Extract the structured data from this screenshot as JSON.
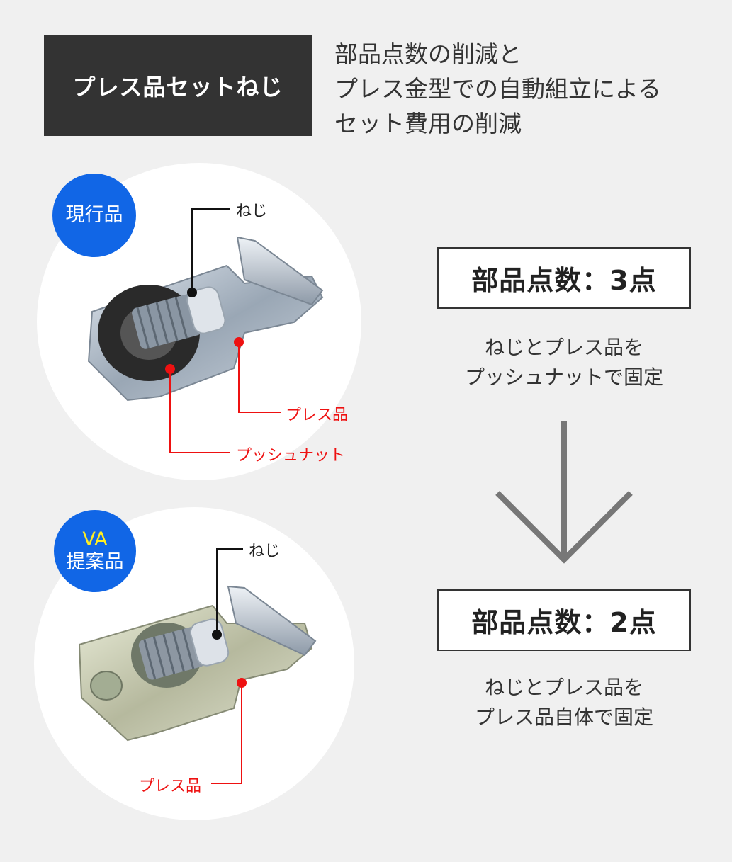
{
  "header": {
    "title": "プレス品セットねじ",
    "intro_lines": [
      "部品点数の削減と",
      "プレス金型での自動組立による",
      "セット費用の削減"
    ]
  },
  "current": {
    "badge": "現行品",
    "labels": {
      "screw": "ねじ",
      "press_part": "プレス品",
      "push_nut": "プッシュナット"
    },
    "count": "部品点数：3点",
    "desc_lines": [
      "ねじとプレス品を",
      "プッシュナットで固定"
    ]
  },
  "proposal": {
    "badge_line1": "VA",
    "badge_line2": "提案品",
    "labels": {
      "screw": "ねじ",
      "press_part": "プレス品"
    },
    "count": "部品点数：2点",
    "desc_lines": [
      "ねじとプレス品を",
      "プレス品自体で固定"
    ]
  },
  "colors": {
    "title_bg": "#333333",
    "badge": "#1166e6",
    "badge_accent": "#ffee22",
    "callout_red": "#ee1111",
    "arrow": "#777777"
  },
  "icons": [
    "down-arrow-icon"
  ]
}
